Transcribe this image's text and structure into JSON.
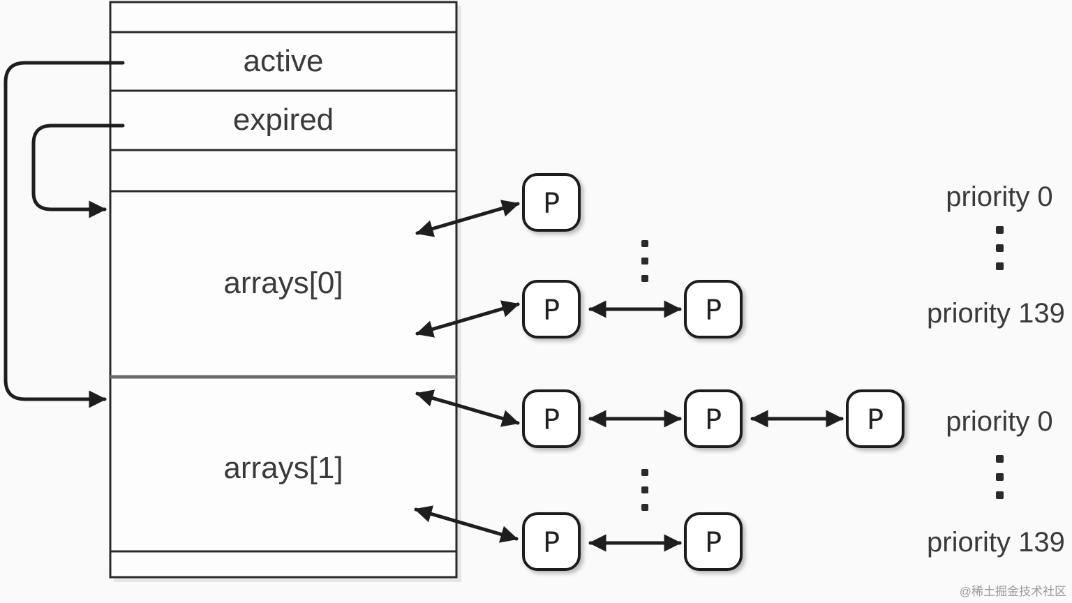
{
  "runqueue": {
    "fields": {
      "active": "active",
      "expired": "expired",
      "arrays0": "arrays[0]",
      "arrays1": "arrays[1]"
    }
  },
  "node_label": "P",
  "priorities": {
    "arrays0_top": "priority 0",
    "arrays0_bottom": "priority 139",
    "arrays1_top": "priority 0",
    "arrays1_bottom": "priority 139"
  },
  "watermark": "@稀土掘金技术社区",
  "colors": {
    "line": "#1e1e1e",
    "box_border": "#2a2a2a",
    "background": "#fafafa",
    "node_fill": "#ffffff"
  }
}
